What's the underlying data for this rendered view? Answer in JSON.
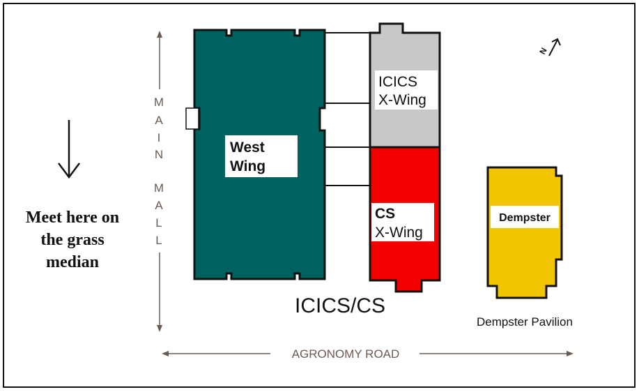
{
  "colors": {
    "west_wing": "#00625e",
    "icics_x_wing": "#c8c8c8",
    "cs_x_wing": "#f40000",
    "dempster": "#f3c400",
    "outline": "#111111",
    "road_text": "#6b5a52",
    "frame": "#111111"
  },
  "roads": {
    "main_mall": [
      "M",
      "A",
      "I",
      "N",
      "M",
      "A",
      "L",
      "L"
    ],
    "agronomy_road": "AGRONOMY ROAD"
  },
  "buildings": {
    "west_wing": {
      "line1": "West",
      "line2": "Wing"
    },
    "icics_x_wing": {
      "line1": "ICICS",
      "line2": "X-Wing"
    },
    "cs_x_wing": {
      "line1": "CS",
      "line2": "X-Wing"
    },
    "dempster": {
      "label": "Dempster"
    }
  },
  "complex_label": "ICICS/CS",
  "pavilion_label": "Dempster Pavilion",
  "meeting_point": {
    "line1": "Meet here on",
    "line2": "the grass",
    "line3": "median"
  },
  "north_label": "N",
  "icons": {
    "meeting_arrow": "down-arrow-icon",
    "north": "north-arrow-icon"
  }
}
